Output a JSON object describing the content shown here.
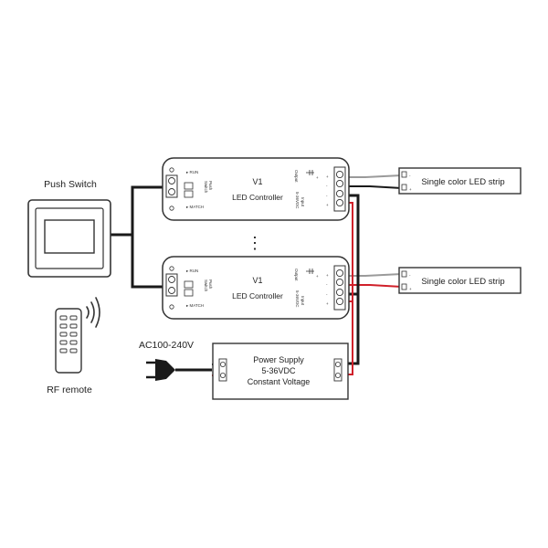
{
  "push_switch": {
    "label": "Push Switch"
  },
  "rf_remote": {
    "label": "RF remote"
  },
  "mains": {
    "label": "AC100-240V"
  },
  "controller": {
    "title": "V1",
    "subtitle": "LED Controller",
    "run": "RUN",
    "push_switch_1": "Push",
    "push_switch_2": "Switch",
    "match": "MATCH",
    "output": "Output",
    "input_1": "Input",
    "input_2": "5-36VDC",
    "pin_plus": "+",
    "pin_minus": "-"
  },
  "continuation": "⋮",
  "led_strip": {
    "label": "Single color LED strip"
  },
  "power_supply": {
    "line1": "Power Supply",
    "line2": "5-36VDC",
    "line3": "Constant Voltage"
  },
  "colors": {
    "wire": "#1a1a1a",
    "red_wire": "#d0202a",
    "grey_wire": "#9a9a9a",
    "outline": "#333333"
  }
}
